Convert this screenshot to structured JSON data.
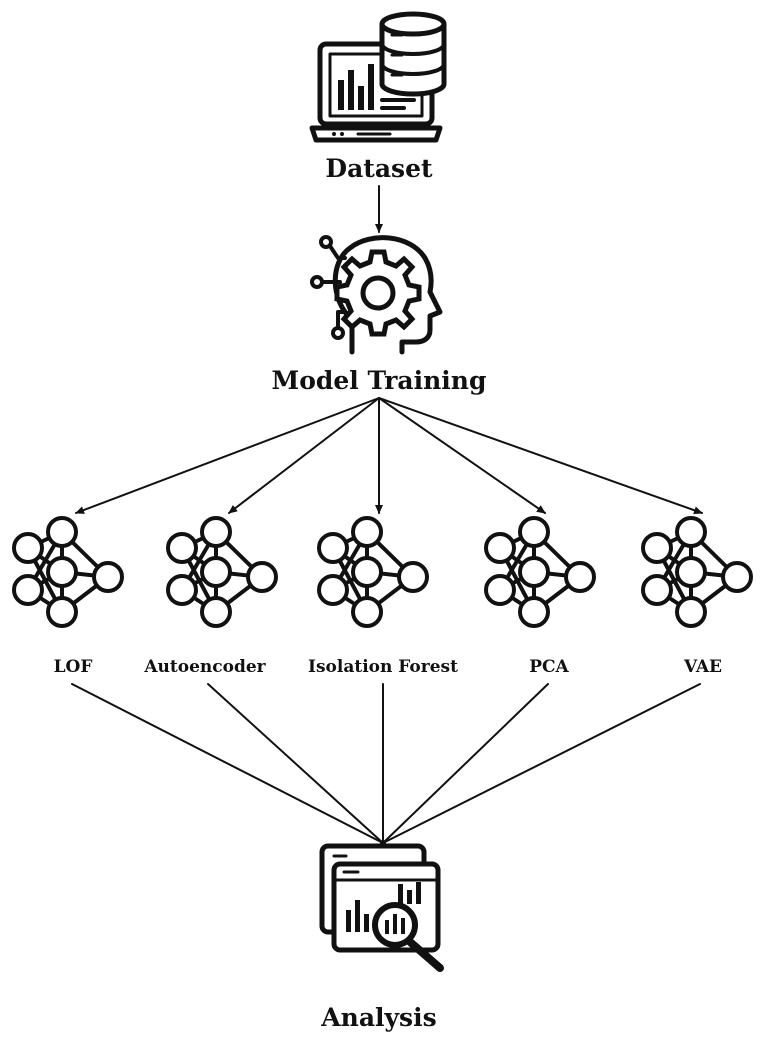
{
  "nodes": {
    "dataset": {
      "label": "Dataset",
      "icon": "laptop-database-icon"
    },
    "training": {
      "label": "Model Training",
      "icon": "head-gear-icon"
    },
    "models": [
      {
        "label": "LOF",
        "icon": "neural-network-icon"
      },
      {
        "label": "Autoencoder",
        "icon": "neural-network-icon"
      },
      {
        "label": "Isolation Forest",
        "icon": "neural-network-icon"
      },
      {
        "label": "PCA",
        "icon": "neural-network-icon"
      },
      {
        "label": "VAE",
        "icon": "neural-network-icon"
      }
    ],
    "analysis": {
      "label": "Analysis",
      "icon": "chart-magnifier-icon"
    }
  },
  "colors": {
    "ink": "#111111",
    "background": "#ffffff"
  }
}
